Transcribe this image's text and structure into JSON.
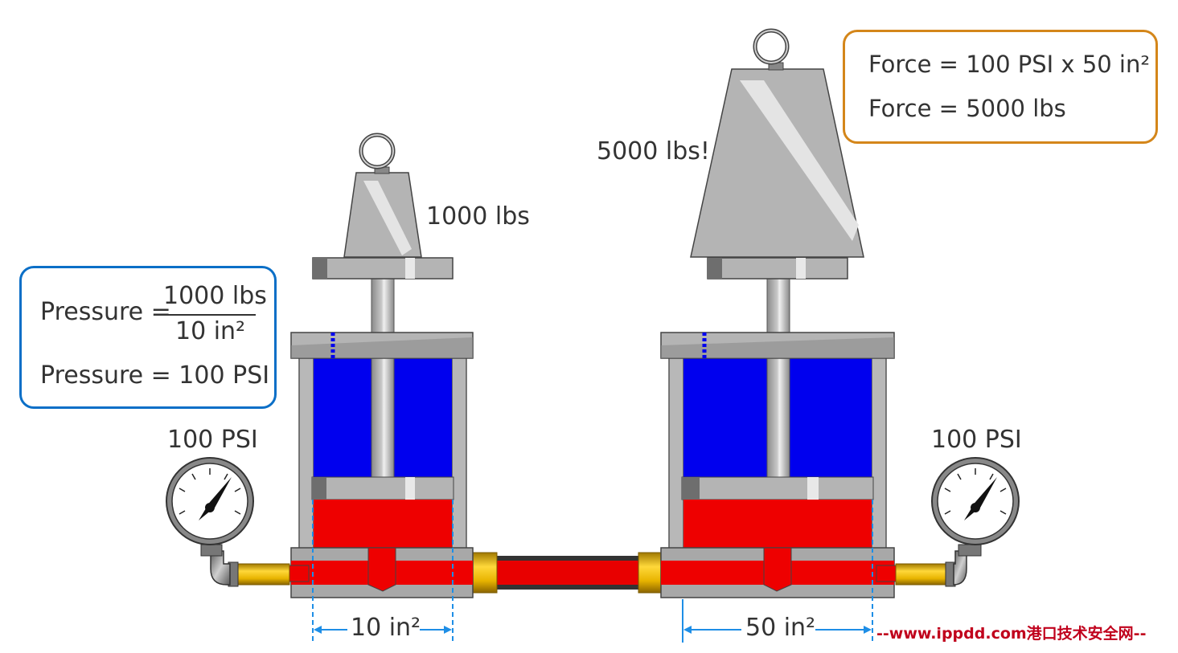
{
  "weights": {
    "small": "1000 lbs",
    "large": "5000 lbs!"
  },
  "pressure_box": {
    "prefix": "Pressure =",
    "numerator": "1000 lbs",
    "denominator": "10 in²",
    "result": "Pressure = 100 PSI"
  },
  "force_box": {
    "line1": "Force = 100 PSI x 50 in²",
    "line2": "Force = 5000 lbs"
  },
  "gauges": {
    "left": "100 PSI",
    "right": "100 PSI"
  },
  "areas": {
    "small": "10 in²",
    "large": "50 in²"
  },
  "watermark": "--www.ippdd.com港口技术安全网--",
  "colors": {
    "fluid_top": "#0000ee",
    "fluid_bottom": "#ee0000",
    "metal": "#b4b4b4",
    "metal_dark": "#6e6e6e",
    "brass": "#e8b400",
    "pressure_box_border": "#0b6fc7",
    "force_box_border": "#d4861a",
    "dimension_line": "#1e8ee6"
  }
}
